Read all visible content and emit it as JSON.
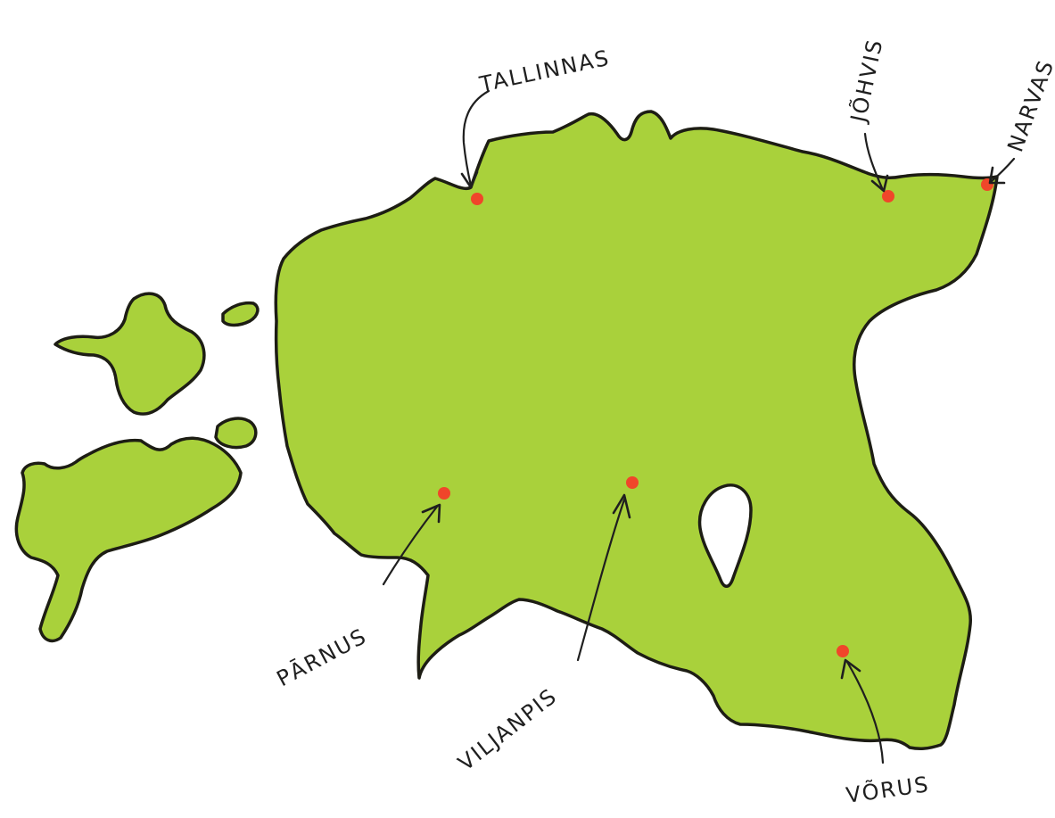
{
  "map": {
    "land_color": "#a9d13b",
    "outline_color": "#1d1d14",
    "marker_color": "#f0462a",
    "cities": [
      {
        "id": "tallinn",
        "label": "TALLINNAS"
      },
      {
        "id": "johvi",
        "label": "JÕHVIS"
      },
      {
        "id": "narva",
        "label": "NARVAS"
      },
      {
        "id": "parnu",
        "label": "PĀRNUS"
      },
      {
        "id": "viljandi",
        "label": "VILJANPIS"
      },
      {
        "id": "voru",
        "label": "VÕRUS"
      }
    ]
  }
}
